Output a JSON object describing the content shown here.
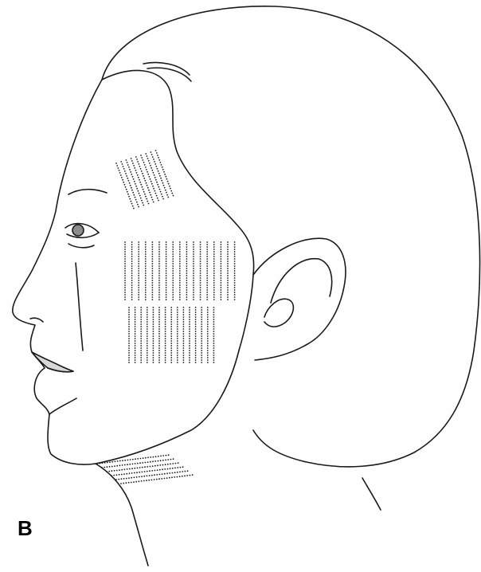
{
  "figure": {
    "panel_label": "B",
    "colors": {
      "line": "#1a1a1a",
      "dots": "#1a1a1a",
      "skin": "#ffffff",
      "lip": "#d8d8d8",
      "iris": "#8c8c8c"
    },
    "treatment_zones": [
      "forehead-temple",
      "upper-cheek",
      "lower-cheek",
      "neck"
    ]
  }
}
